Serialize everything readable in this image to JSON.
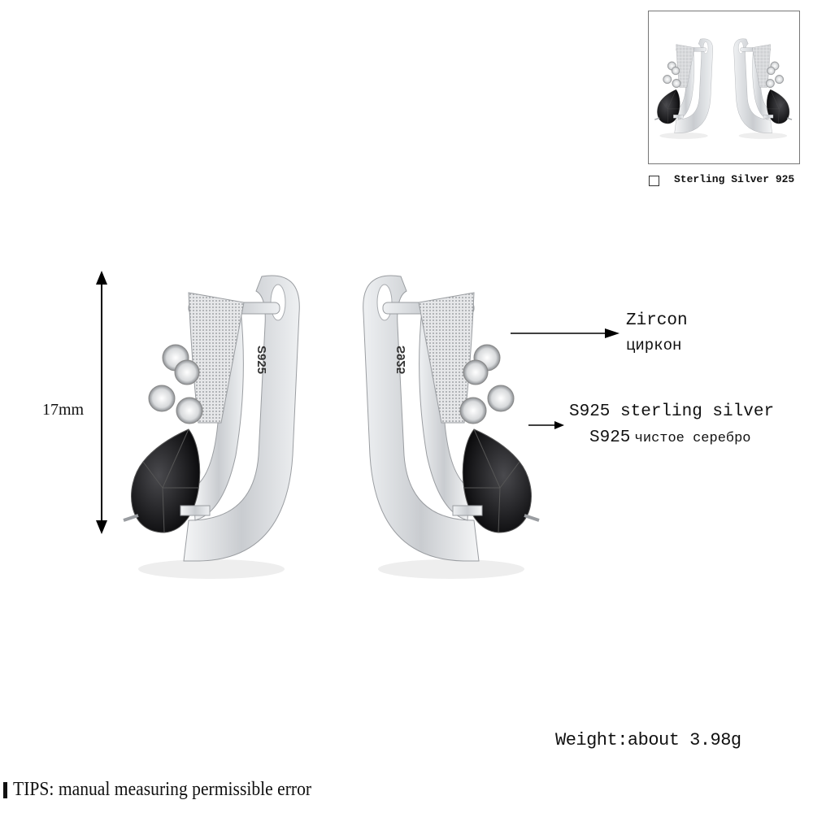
{
  "dimension": {
    "height_label": "17mm"
  },
  "callouts": {
    "zircon_en": "Zircon",
    "zircon_ru": "циркон",
    "silver_en": "S925 sterling silver",
    "silver_ru_prefix": "S925",
    "silver_ru": "чистое серебро"
  },
  "stamp": "S925",
  "thumbnail": {
    "option_label": "Sterling Silver 925",
    "selected": false
  },
  "weight": "Weight:about 3.98g",
  "tips": "TIPS: manual measuring permissible error",
  "colors": {
    "silver": "#d9dbde",
    "stone": "#1a1a1c",
    "text": "#111111"
  }
}
